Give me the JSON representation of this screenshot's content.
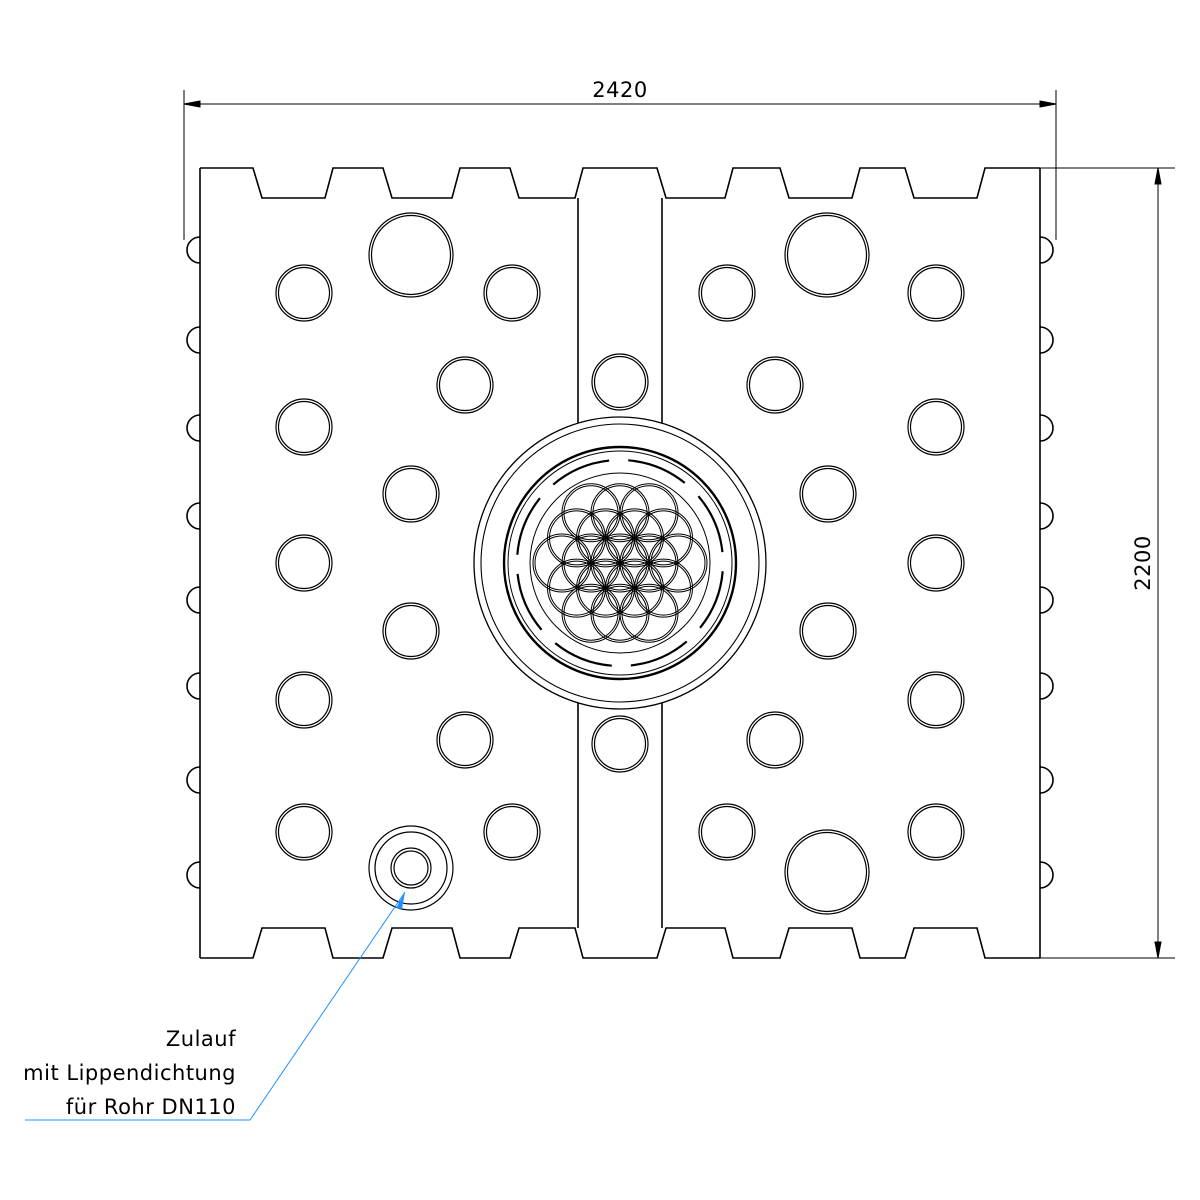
{
  "dimensions": {
    "width_label": "2420",
    "height_label": "2200"
  },
  "annotation": {
    "lines": [
      "Zulauf",
      "mit Lippendichtung",
      "für Rohr DN110"
    ],
    "leader_color": "#1e90ff"
  },
  "colors": {
    "line": "#000000",
    "background": "#ffffff"
  }
}
